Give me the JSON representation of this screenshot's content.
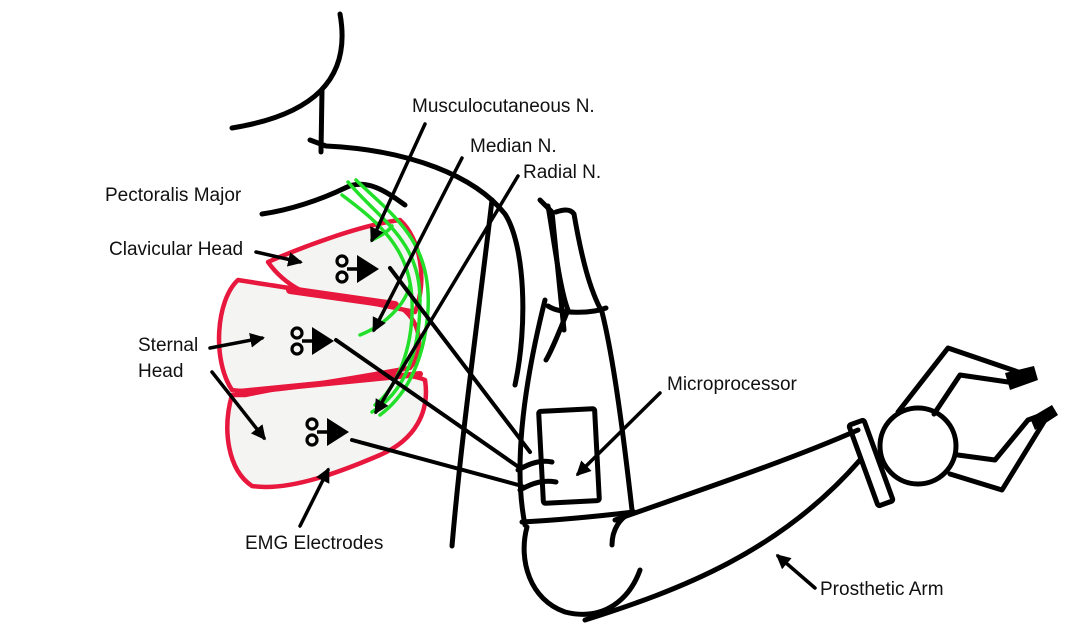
{
  "colors": {
    "ink": "#000000",
    "muscle_outline": "#e8173d",
    "muscle_fill": "#f4f5f2",
    "nerve": "#22e02a",
    "background": "#ffffff"
  },
  "labels": {
    "musculocutaneous": "Musculocutaneous N.",
    "median": "Median N.",
    "radial": "Radial N.",
    "pectoralis_major": "Pectoralis Major",
    "clavicular_head": "Clavicular Head",
    "sternal_head_line1": "Sternal",
    "sternal_head_line2": "Head",
    "microprocessor": "Microprocessor",
    "emg_electrodes": "EMG Electrodes",
    "prosthetic_arm": "Prosthetic Arm"
  }
}
